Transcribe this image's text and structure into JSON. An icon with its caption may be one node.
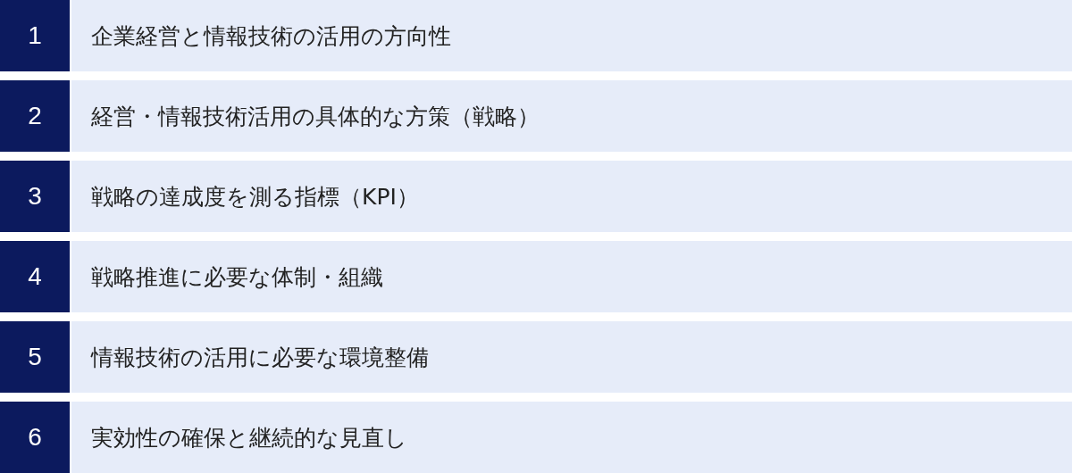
{
  "diagram": {
    "nodes": [
      {
        "text": [
          "1"
        ]
      },
      {
        "text": [
          "企業経営と情報技術の活用の方向性"
        ]
      },
      {
        "text": [
          "2"
        ]
      },
      {
        "text": [
          "経営・情報技術活用の具体的な方策（戦略）"
        ]
      },
      {
        "text": [
          "3"
        ]
      },
      {
        "text": [
          "戦略の達成度を測る指標（KPI）"
        ]
      },
      {
        "text": [
          "4"
        ]
      },
      {
        "text": [
          "戦略推進に必要な体制・組織"
        ]
      },
      {
        "text": [
          "5"
        ]
      },
      {
        "text": [
          "情報技術の活用に必要な環境整備"
        ]
      },
      {
        "text": [
          "6"
        ]
      },
      {
        "text": [
          "実効性の確保と継続的な見直し"
        ]
      }
    ]
  }
}
